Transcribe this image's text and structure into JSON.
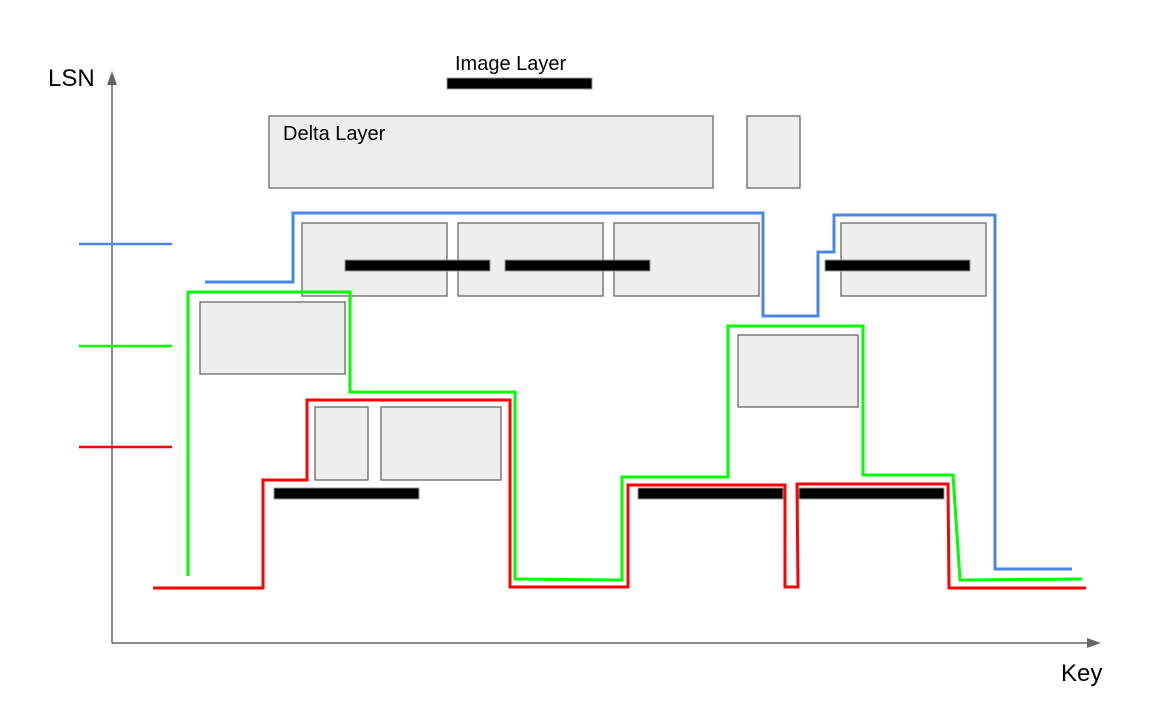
{
  "labels": {
    "y_axis": "LSN",
    "x_axis": "Key",
    "image_layer": "Image Layer",
    "delta_layer": "Delta Layer"
  },
  "colors": {
    "axis": "#666666",
    "layer_fill": "#eeeeee",
    "layer_border": "#666666",
    "image_layer": "#000000",
    "blue_boundary": "#4a86e8",
    "green_boundary": "#00ff00",
    "red_boundary": "#ff0000"
  },
  "boundaries": [
    {
      "id": "blue",
      "color": "#4a86e8"
    },
    {
      "id": "green",
      "color": "#00ff00"
    },
    {
      "id": "red",
      "color": "#ff0000"
    }
  ]
}
